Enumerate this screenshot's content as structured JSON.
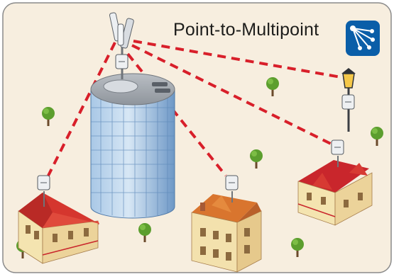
{
  "diagram": {
    "title": "Point-to-Multipoint",
    "icon": "point-to-multipoint-icon",
    "colors": {
      "background": "#f7eedf",
      "frame": "#8a8a8a",
      "link": "#d81f2a",
      "icon_bg": "#0a5ea8",
      "roof": "#c9262c",
      "roof_orange": "#d9752e",
      "wall": "#f1dfa8",
      "tower_glass": "#8fb6dd",
      "tree": "#5c9e2e"
    },
    "nodes": [
      {
        "id": "base-station",
        "role": "access point on high-rise"
      },
      {
        "id": "house-left",
        "role": "client"
      },
      {
        "id": "house-center",
        "role": "client"
      },
      {
        "id": "house-right",
        "role": "client"
      },
      {
        "id": "street-lamp",
        "role": "client"
      }
    ],
    "links": [
      {
        "from": "base-station",
        "to": "house-left"
      },
      {
        "from": "base-station",
        "to": "house-center"
      },
      {
        "from": "base-station",
        "to": "house-right"
      },
      {
        "from": "base-station",
        "to": "street-lamp"
      }
    ]
  }
}
